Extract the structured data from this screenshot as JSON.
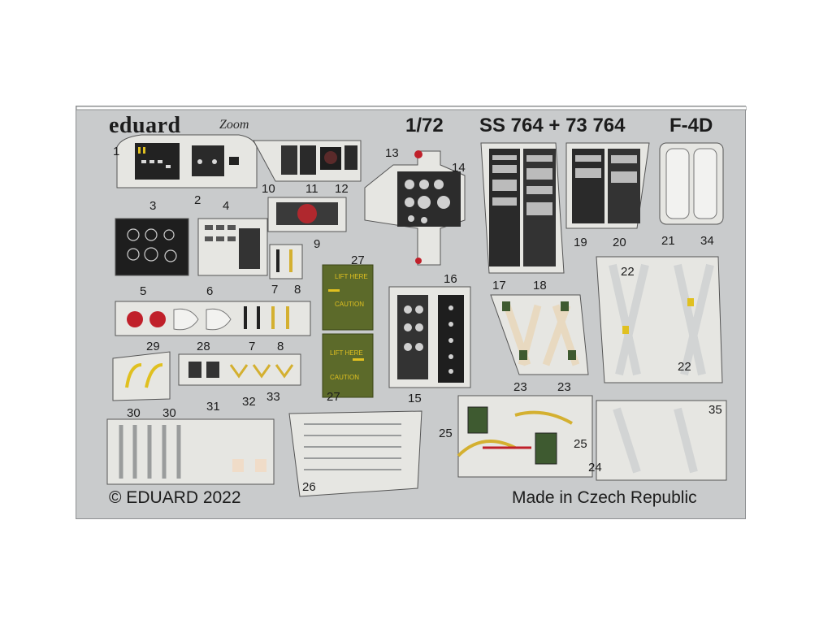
{
  "brand": "eduard",
  "brand_sub": "Zoom",
  "scale": "1/72",
  "set_code": "SS 764 + 73 764",
  "model": "F-4D",
  "copyright": "© EDUARD 2022",
  "made_in": "Made in Czech Republic",
  "part_labels": [
    "1",
    "2",
    "3",
    "4",
    "5",
    "6",
    "7",
    "8",
    "7",
    "8",
    "9",
    "10",
    "11",
    "12",
    "13",
    "14",
    "15",
    "16",
    "17",
    "18",
    "19",
    "20",
    "21",
    "34",
    "22",
    "22",
    "23",
    "23",
    "24",
    "25",
    "25",
    "26",
    "27",
    "27",
    "28",
    "29",
    "30",
    "30",
    "31",
    "32",
    "33",
    "35"
  ],
  "placard_text": [
    "LIFT HERE",
    "CAUTION",
    "LIFT HERE",
    "CAUTION"
  ],
  "colors": {
    "fret": "#c9cbcc",
    "panel_black": "#1e1e1e",
    "panel_white": "#f2f2f0",
    "olive": "#5c6a2a",
    "red": "#c0202a",
    "yellow": "#e0c020",
    "strap": "#e8d9c0",
    "strap_green": "#3e5a30"
  }
}
